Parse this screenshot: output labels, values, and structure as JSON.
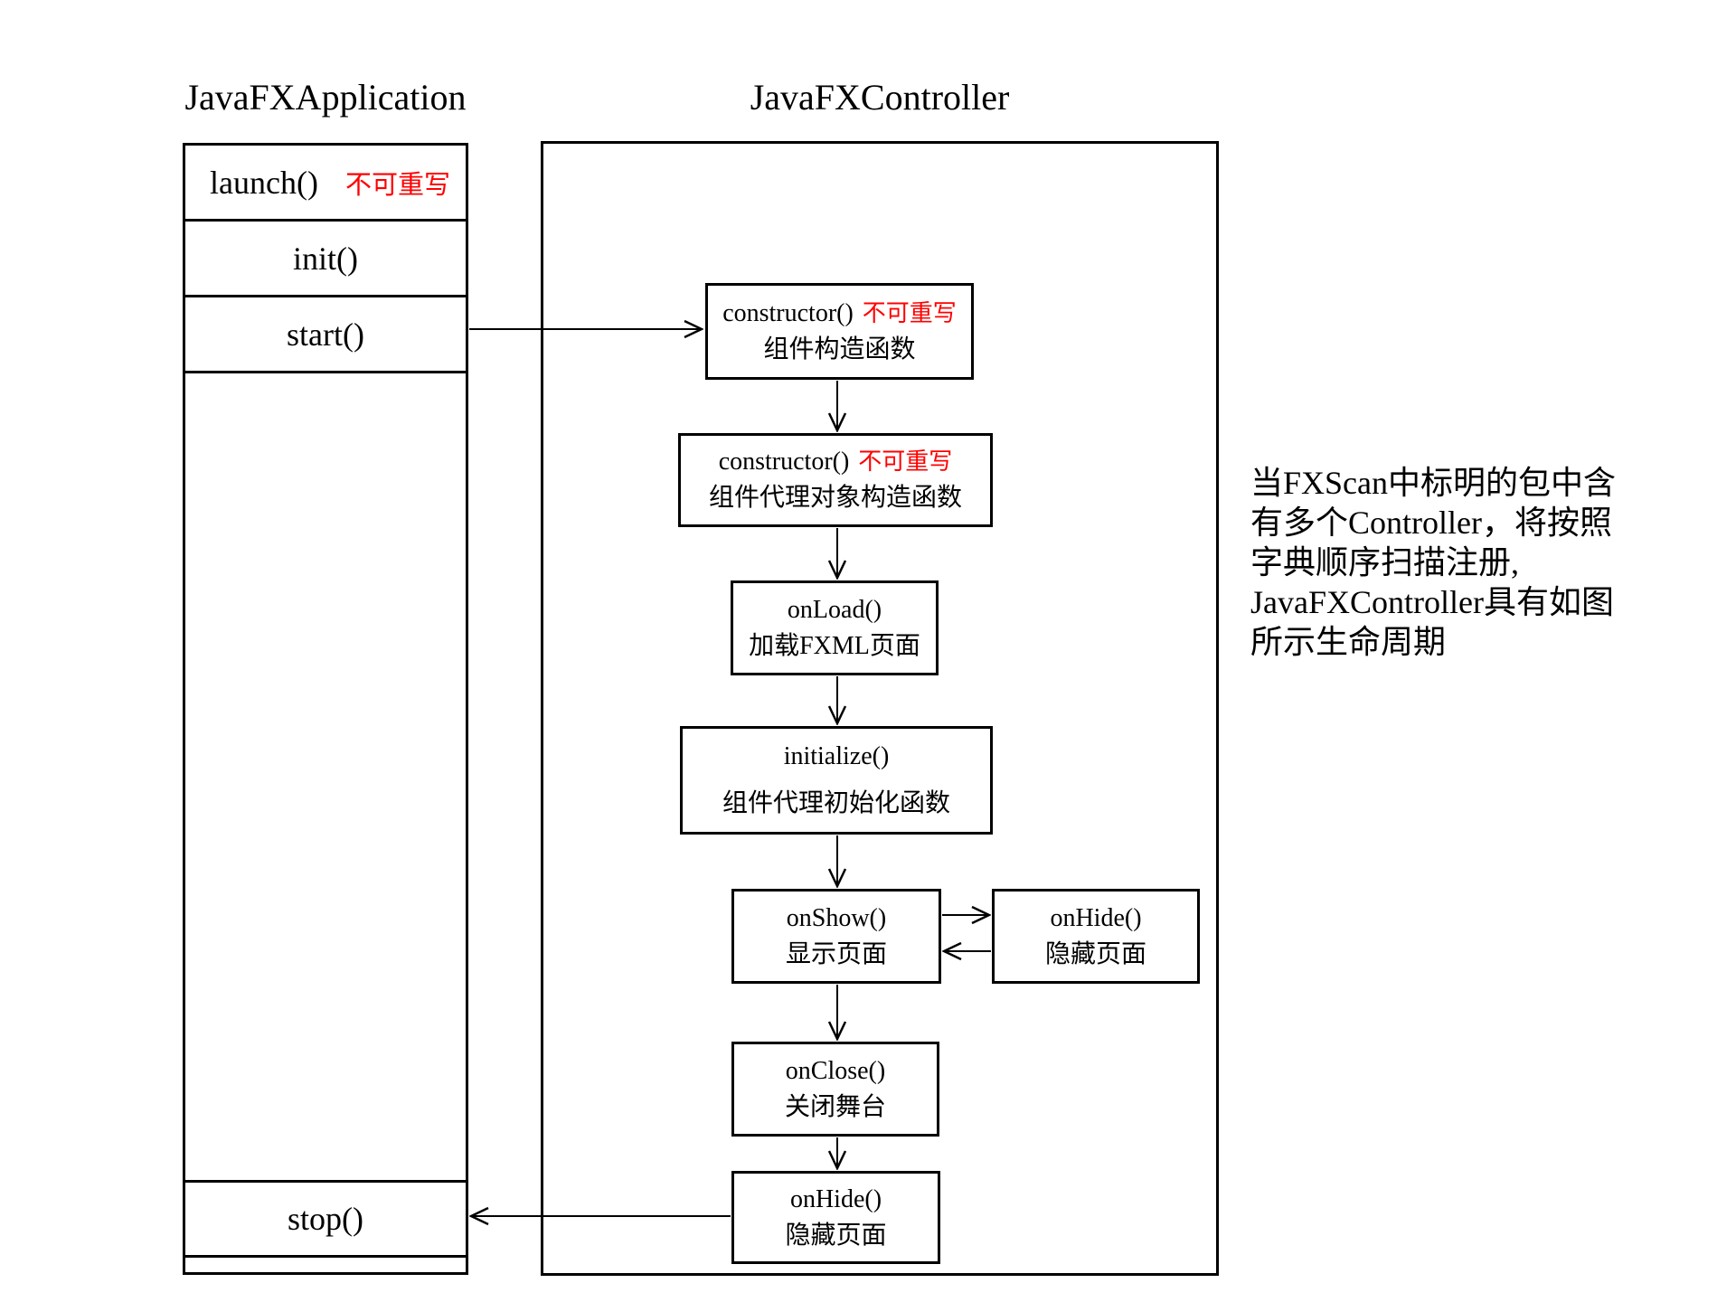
{
  "colors": {
    "ink": "#000000",
    "note_red": "#ff0000",
    "bg": "#ffffff"
  },
  "left_class": {
    "title": "JavaFXApplication",
    "rows": {
      "launch": {
        "label": "launch()",
        "note": "不可重写"
      },
      "init": {
        "label": "init()"
      },
      "start": {
        "label": "start()"
      },
      "stop": {
        "label": "stop()"
      }
    }
  },
  "controller": {
    "title": "JavaFXController",
    "nodes": {
      "constructor1": {
        "label": "constructor()",
        "note": "不可重写",
        "desc": "组件构造函数"
      },
      "constructor2": {
        "label": "constructor()",
        "note": "不可重写",
        "desc": "组件代理对象构造函数"
      },
      "onload": {
        "label": "onLoad()",
        "desc": "加载FXML页面"
      },
      "initialize": {
        "label": "initialize()",
        "desc": "组件代理初始化函数"
      },
      "onshow": {
        "label": "onShow()",
        "desc": "显示页面"
      },
      "onhide_side": {
        "label": "onHide()",
        "desc": "隐藏页面"
      },
      "onclose": {
        "label": "onClose()",
        "desc": "关闭舞台"
      },
      "onhide_end": {
        "label": "onHide()",
        "desc": "隐藏页面"
      }
    }
  },
  "annotation": {
    "lines": [
      "当FXScan中标明的包中含",
      "有多个Controller，将按照",
      "字典顺序扫描注册,",
      "JavaFXController具有如图",
      "所示生命周期"
    ]
  }
}
